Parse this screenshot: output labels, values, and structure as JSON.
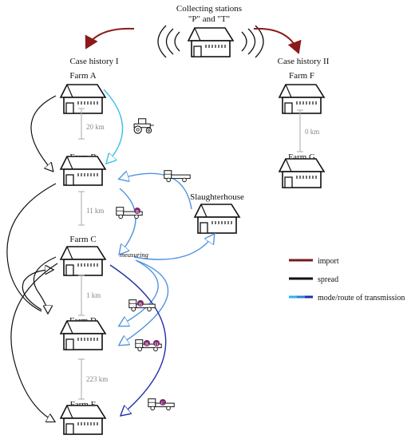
{
  "collecting_stations": {
    "line1": "Collecting stations",
    "line2": "\"P\" and \"T\""
  },
  "case_history_1": "Case history I",
  "case_history_2": "Case history II",
  "farms": {
    "a": "Farm A",
    "b": "Farm B",
    "c": "Farm C",
    "d": "Farm D",
    "e": "Farm E",
    "f": "Farm F",
    "g": "Farm G"
  },
  "slaughterhouse": "Slaughterhouse",
  "measuring": "measuring",
  "distances": {
    "ab": "20 km",
    "bc": "11 km",
    "cd": "1 km",
    "de": "223 km",
    "fg": "0 km"
  },
  "truck_badges": {
    "t1": "B",
    "t2": "B",
    "t3a": "B",
    "t3b": "D",
    "t4": "C"
  },
  "legend": [
    {
      "label": "import",
      "color": "#7a1a1a"
    },
    {
      "label": "spread",
      "color": "#111111"
    },
    {
      "label": "mode/route of transmission",
      "colors": [
        "#29b6e6",
        "#2f7fd8",
        "#1a2ea0"
      ]
    }
  ],
  "colors": {
    "import": "#8b1a1a",
    "spread": "#111111",
    "cyan": "#3cc0e8",
    "light_blue": "#4f94e0",
    "dark_blue": "#1f2fa8",
    "badge": "#7a2a6a"
  },
  "icons": {
    "barn": "barn-icon",
    "tractor": "tractor-icon",
    "truck": "truck-icon",
    "signal": "signal-wave-icon"
  }
}
